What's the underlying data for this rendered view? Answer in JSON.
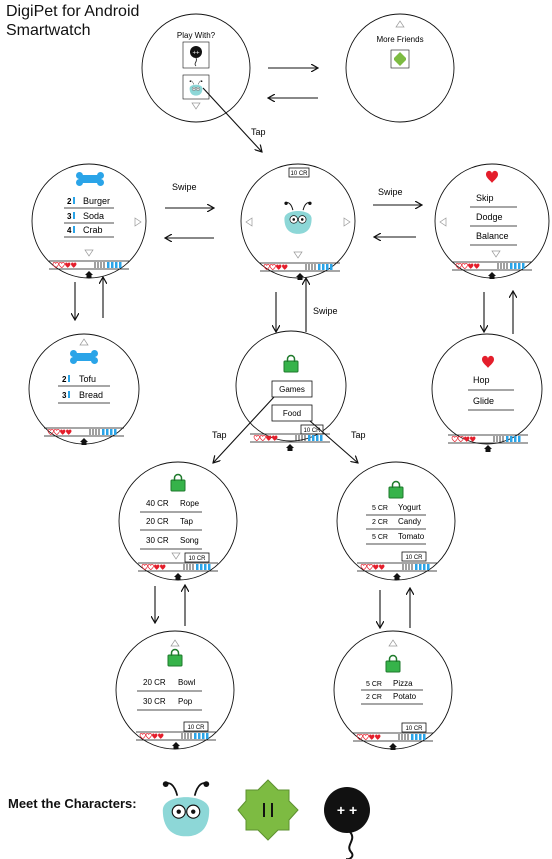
{
  "title_line1": "DigiPet for Android",
  "title_line2": "Smartwatch",
  "meet_label": "Meet the Characters:",
  "transitions": {
    "tap": "Tap",
    "swipe": "Swipe"
  },
  "credits": "10 CR",
  "screens": {
    "play_with": {
      "title": "Play With?"
    },
    "more_friends": {
      "title": "More Friends"
    },
    "food_list_1": {
      "items": [
        {
          "qty": "2",
          "name": "Burger"
        },
        {
          "qty": "3",
          "name": "Soda"
        },
        {
          "qty": "4",
          "name": "Crab"
        }
      ]
    },
    "food_list_2": {
      "items": [
        {
          "qty": "2",
          "name": "Tofu"
        },
        {
          "qty": "3",
          "name": "Bread"
        }
      ]
    },
    "activities_1": {
      "items": [
        "Skip",
        "Dodge",
        "Balance"
      ]
    },
    "activities_2": {
      "items": [
        "Hop",
        "Glide"
      ]
    },
    "shop_menu": {
      "games_label": "Games",
      "food_label": "Food"
    },
    "games_shop_1": {
      "items": [
        {
          "price": "40 CR",
          "name": "Rope"
        },
        {
          "price": "20 CR",
          "name": "Tap"
        },
        {
          "price": "30 CR",
          "name": "Song"
        }
      ]
    },
    "games_shop_2": {
      "items": [
        {
          "price": "20 CR",
          "name": "Bowl"
        },
        {
          "price": "30 CR",
          "name": "Pop"
        }
      ]
    },
    "food_shop_1": {
      "items": [
        {
          "price": "5 CR",
          "name": "Yogurt"
        },
        {
          "price": "2 CR",
          "name": "Candy"
        },
        {
          "price": "5 CR",
          "name": "Tomato"
        }
      ]
    },
    "food_shop_2": {
      "items": [
        {
          "price": "5 CR",
          "name": "Pizza"
        },
        {
          "price": "2 CR",
          "name": "Potato"
        }
      ]
    }
  },
  "colors": {
    "pet_teal": "#8dd7d7",
    "bone_blue": "#2aa4e8",
    "heart_red": "#e41e2b",
    "bag_green": "#36b34a",
    "friend_green": "#7dbb42",
    "black": "#111111"
  }
}
